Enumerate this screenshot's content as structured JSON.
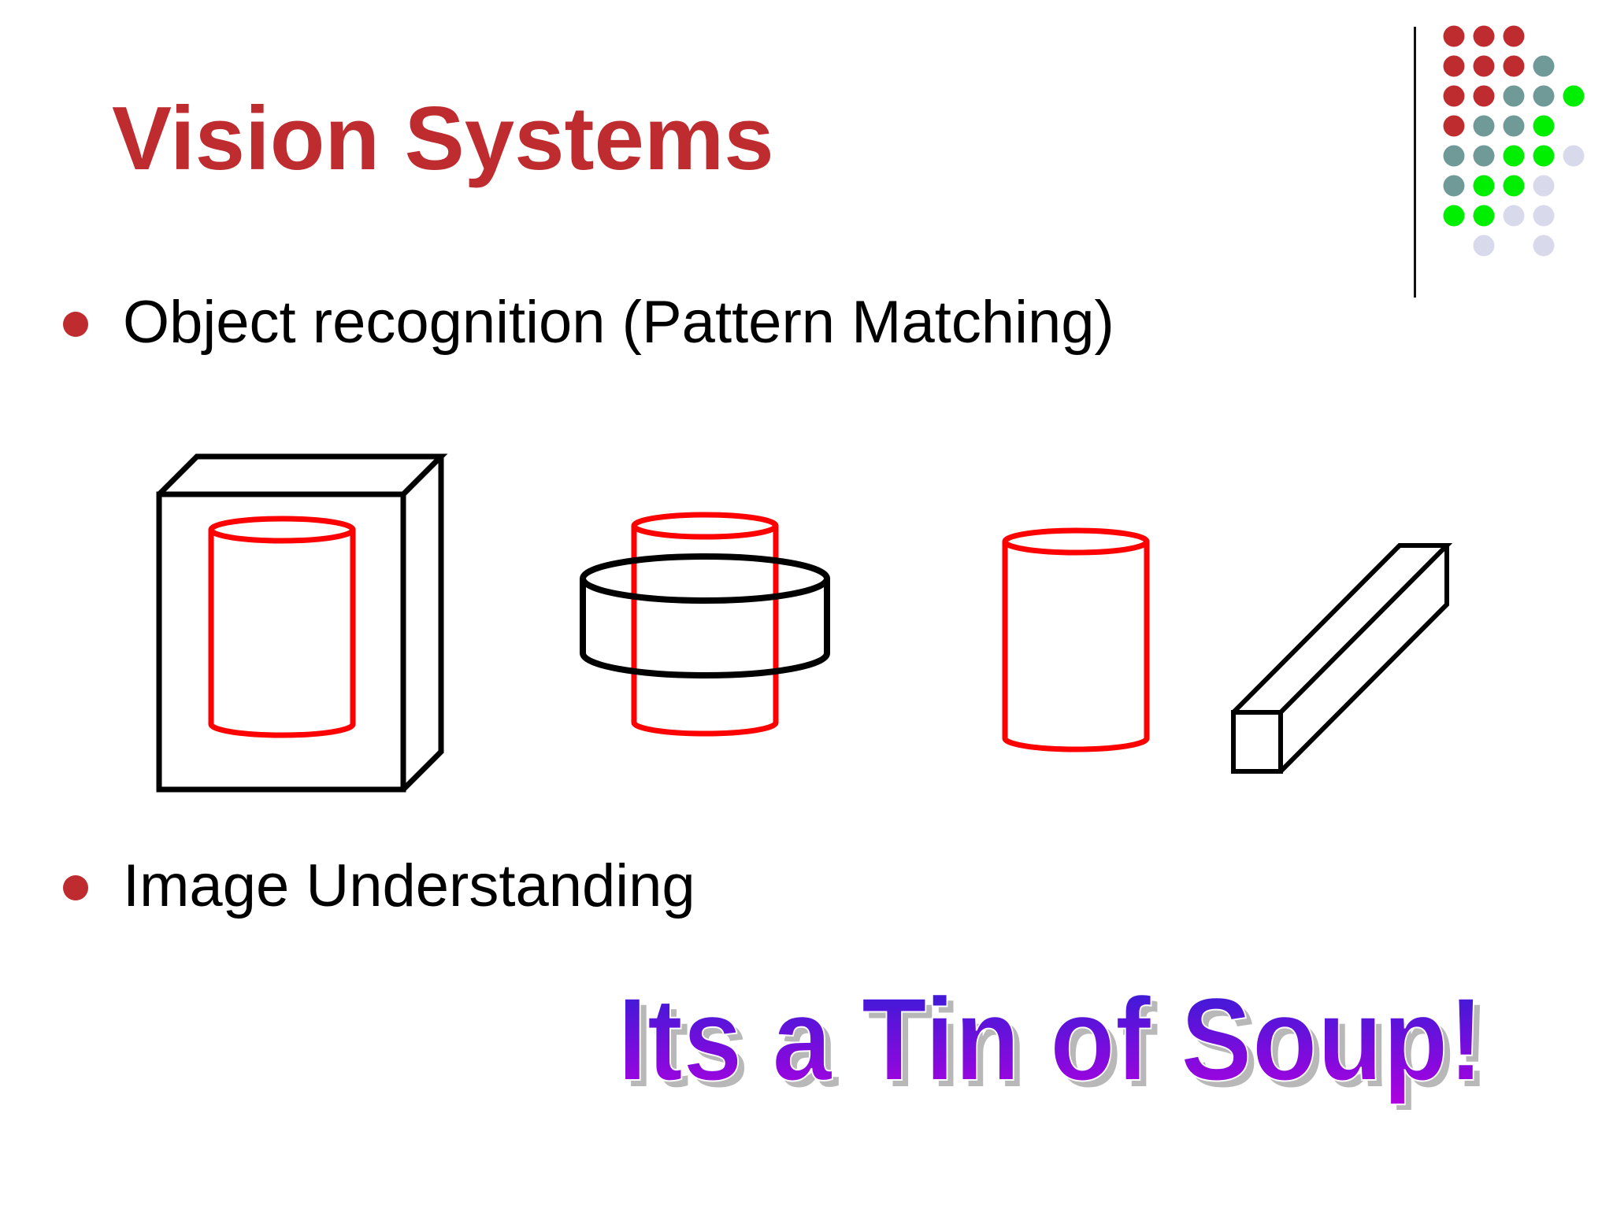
{
  "slide": {
    "title": "Vision Systems",
    "bullets": [
      "Object recognition (Pattern Matching)",
      "Image Understanding"
    ],
    "caption": "Its a Tin of Soup!"
  },
  "colors": {
    "title": "#bf2c30",
    "bullet": "#bf2c30",
    "highlight_outline": "#ff0000",
    "object_outline": "#000000",
    "caption_gradient_top": "#2b1fd6",
    "caption_gradient_bottom": "#b000e0",
    "caption_shadow": "#b8b8b8",
    "dot_palette": [
      "#bf2c30",
      "#6f9a97",
      "#00ee00",
      "#d9d9ec"
    ]
  },
  "decoration": {
    "dot_grid": [
      [
        0,
        0,
        0,
        -1,
        -1
      ],
      [
        0,
        0,
        0,
        1,
        -1
      ],
      [
        0,
        0,
        1,
        1,
        2
      ],
      [
        0,
        1,
        1,
        2,
        -1
      ],
      [
        1,
        1,
        2,
        2,
        3
      ],
      [
        1,
        2,
        2,
        3,
        -1
      ],
      [
        2,
        2,
        3,
        3,
        -1
      ],
      [
        -1,
        3,
        -1,
        3,
        -1
      ]
    ]
  },
  "objects": [
    {
      "name": "box-with-cylinder"
    },
    {
      "name": "ring-with-cylinder"
    },
    {
      "name": "cylinder"
    },
    {
      "name": "bar"
    }
  ]
}
